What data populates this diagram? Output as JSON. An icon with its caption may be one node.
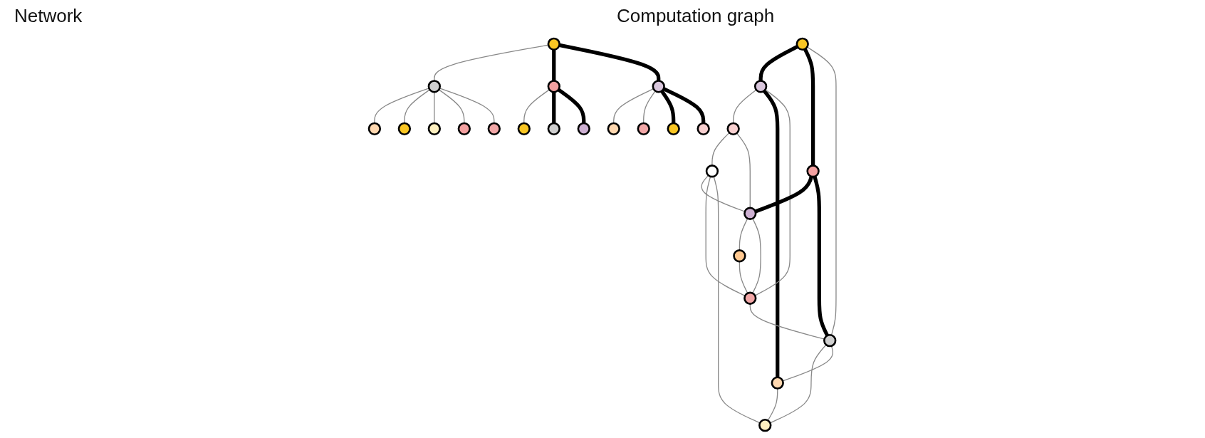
{
  "diagram": {
    "nodes": [
      {
        "text": [],
        "shape": "circle"
      },
      {
        "text": [],
        "shape": "circle"
      },
      {
        "text": [],
        "shape": "circle"
      },
      {
        "text": [],
        "shape": "circle"
      },
      {
        "text": [],
        "shape": "circle"
      },
      {
        "text": [],
        "shape": "circle"
      },
      {
        "text": [],
        "shape": "circle"
      },
      {
        "text": [],
        "shape": "circle"
      },
      {
        "text": [],
        "shape": "circle"
      },
      {
        "text": [],
        "shape": "circle"
      },
      {
        "text": [],
        "shape": "circle"
      },
      {
        "text": [],
        "shape": "circle"
      },
      {
        "text": [],
        "shape": "circle"
      },
      {
        "text": [],
        "shape": "circle"
      },
      {
        "text": [],
        "shape": "circle"
      },
      {
        "text": [],
        "shape": "circle"
      },
      {
        "text": [],
        "shape": "circle"
      },
      {
        "text": [],
        "shape": "circle"
      },
      {
        "text": [],
        "shape": "circle"
      },
      {
        "text": [],
        "shape": "circle"
      },
      {
        "text": [],
        "shape": "circle"
      },
      {
        "text": [],
        "shape": "circle"
      },
      {
        "text": [],
        "shape": "circle"
      },
      {
        "text": [],
        "shape": "circle"
      },
      {
        "text": [],
        "shape": "circle"
      },
      {
        "text": [],
        "shape": "circle"
      },
      {
        "text": [],
        "shape": "circle"
      }
    ],
    "edges": [
      {
        "from": 0,
        "to": 1,
        "arrow": "none"
      },
      {
        "from": 1,
        "to": 2,
        "arrow": "none"
      },
      {
        "from": 3,
        "to": 0,
        "arrow": "none",
        "style": "thick",
        "color": "#000000"
      },
      {
        "from": 0,
        "to": 10,
        "arrow": "none",
        "style": "thick",
        "color": "#000000"
      },
      {
        "from": 0,
        "to": 7,
        "arrow": "none"
      },
      {
        "from": 1,
        "to": 4,
        "arrow": "none"
      },
      {
        "from": 2,
        "to": 4,
        "arrow": "none"
      },
      {
        "from": 2,
        "to": 7,
        "arrow": "none"
      },
      {
        "from": 2,
        "to": 9,
        "arrow": "none"
      },
      {
        "from": 3,
        "to": 6,
        "arrow": "none",
        "style": "thick",
        "color": "#000000"
      },
      {
        "from": 3,
        "to": 8,
        "arrow": "none"
      },
      {
        "from": 6,
        "to": 4,
        "arrow": "none",
        "style": "thick",
        "color": "#000000"
      },
      {
        "from": 6,
        "to": 8,
        "arrow": "none",
        "style": "thick",
        "color": "#000000"
      },
      {
        "from": 4,
        "to": 5,
        "arrow": "none"
      },
      {
        "from": 4,
        "to": 7,
        "arrow": "none"
      },
      {
        "from": 5,
        "to": 7,
        "arrow": "none"
      },
      {
        "from": 7,
        "to": 8,
        "arrow": "none"
      },
      {
        "from": 8,
        "to": 9,
        "arrow": "none"
      },
      {
        "from": 8,
        "to": 10,
        "arrow": "none"
      },
      {
        "from": 10,
        "to": 9,
        "arrow": "none"
      },
      {
        "from": 11,
        "to": 12,
        "arrow": "none"
      },
      {
        "from": 11,
        "to": 13,
        "arrow": "none",
        "style": "thick",
        "color": "#000000"
      },
      {
        "from": 11,
        "to": 14,
        "arrow": "none",
        "style": "thick",
        "color": "#000000"
      },
      {
        "from": 12,
        "to": 15,
        "arrow": "none"
      },
      {
        "from": 12,
        "to": 16,
        "arrow": "none"
      },
      {
        "from": 12,
        "to": 17,
        "arrow": "none"
      },
      {
        "from": 12,
        "to": 18,
        "arrow": "none"
      },
      {
        "from": 12,
        "to": 19,
        "arrow": "none"
      },
      {
        "from": 13,
        "to": 20,
        "arrow": "none"
      },
      {
        "from": 13,
        "to": 21,
        "arrow": "none",
        "style": "thick",
        "color": "#000000"
      },
      {
        "from": 13,
        "to": 22,
        "arrow": "none",
        "style": "thick",
        "color": "#000000"
      },
      {
        "from": 14,
        "to": 23,
        "arrow": "none"
      },
      {
        "from": 14,
        "to": 24,
        "arrow": "none"
      },
      {
        "from": 14,
        "to": 25,
        "arrow": "none",
        "style": "thick",
        "color": "#000000"
      },
      {
        "from": 14,
        "to": 26,
        "arrow": "none",
        "style": "thick",
        "color": "#000000"
      }
    ],
    "labels": [
      "Network",
      "Computation graph"
    ]
  }
}
